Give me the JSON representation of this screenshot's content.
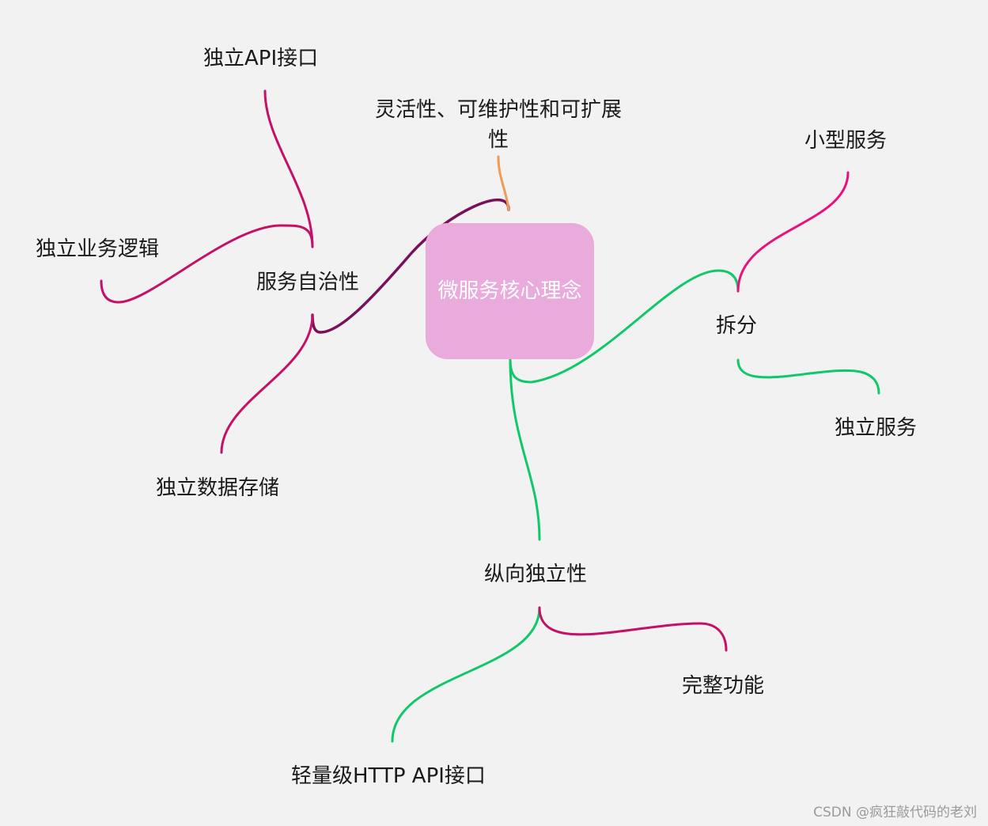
{
  "root": {
    "label": "微服务核心理念",
    "fill": "#e9aadc"
  },
  "branches": {
    "autonomy": {
      "label": "服务自治性",
      "color": "#77125a",
      "children": {
        "api": "独立API接口",
        "logic": "独立业务逻辑",
        "storage": "独立数据存储"
      },
      "child_color": "#c41067"
    },
    "flexibility": {
      "label": "灵活性、可维护性和可扩展性",
      "color": "#f39a52"
    },
    "split": {
      "label": "拆分",
      "color": "#10c86a",
      "children": {
        "small": "小型服务",
        "independent": "独立服务"
      },
      "small_color": "#e8127c",
      "independent_color": "#10c86a"
    },
    "vertical": {
      "label": "纵向独立性",
      "color": "#10c86a",
      "children": {
        "http": "轻量级HTTP API接口",
        "complete": "完整功能"
      },
      "http_color": "#10c86a",
      "complete_color": "#c41067"
    }
  },
  "watermark": "CSDN @疯狂敲代码的老刘"
}
